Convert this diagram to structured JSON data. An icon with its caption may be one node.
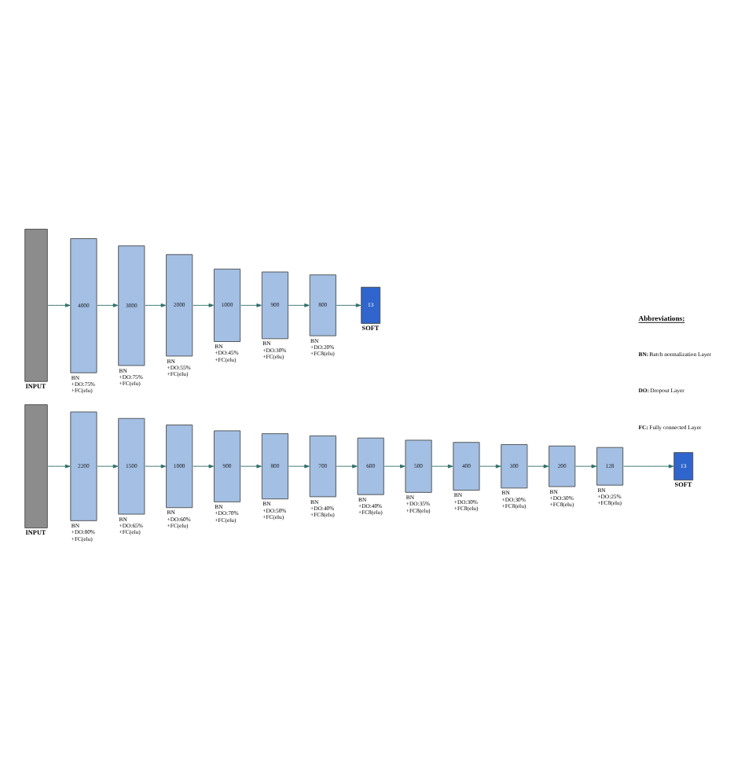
{
  "diagram": {
    "nodes": [
      {
        "text": [
          "INPUT"
        ]
      },
      {
        "text": [
          "4000"
        ],
        "beside": [
          "BN +DO:75% +FC(elu)"
        ]
      },
      {
        "text": [
          "3000"
        ],
        "beside": [
          "BN +DO:75% +FC(elu)"
        ]
      },
      {
        "text": [
          "2000"
        ],
        "beside": [
          "BN +DO:55% +FC(elu)"
        ]
      },
      {
        "text": [
          "1000"
        ],
        "beside": [
          "BN +DO:45% +FC(elu)"
        ]
      },
      {
        "text": [
          "900"
        ],
        "beside": [
          "BN +DO:30% +FC(elu)"
        ]
      },
      {
        "text": [
          "800"
        ],
        "beside": [
          "BN +DO:20% +FC8(elu)"
        ]
      },
      {
        "text": [
          "13"
        ],
        "beside": [
          "SOFT"
        ]
      },
      {
        "text": [
          "INPUT"
        ]
      },
      {
        "text": [
          "2200"
        ],
        "beside": [
          "BN +DO:80% +FC(elu)"
        ]
      },
      {
        "text": [
          "1500"
        ],
        "beside": [
          "BN +DO:65% +FC(elu)"
        ]
      },
      {
        "text": [
          "1000"
        ],
        "beside": [
          "BN +DO:60% +FC(elu)"
        ]
      },
      {
        "text": [
          "900"
        ],
        "beside": [
          "BN +DO:70% +FC(elu)"
        ]
      },
      {
        "text": [
          "800"
        ],
        "beside": [
          "BN +DO:50% +FC(elu)"
        ]
      },
      {
        "text": [
          "700"
        ],
        "beside": [
          "BN +DO:40% +FC8(elu)"
        ]
      },
      {
        "text": [
          "600"
        ],
        "beside": [
          "BN +DO:40% +FC8(elu)"
        ]
      },
      {
        "text": [
          "500"
        ],
        "beside": [
          "BN +DO:35% +FC8(elu)"
        ]
      },
      {
        "text": [
          "400"
        ],
        "beside": [
          "BN +DO:30% +FC8(elu)"
        ]
      },
      {
        "text": [
          "300"
        ],
        "beside": [
          "BN +DO:30% +FC8(elu)"
        ]
      },
      {
        "text": [
          "200"
        ],
        "beside": [
          "BN +DO:30% +FC8(elu)"
        ]
      },
      {
        "text": [
          "128"
        ],
        "beside": [
          "BN +DO:25% +FC8(elu)"
        ]
      },
      {
        "text": [
          "13"
        ],
        "beside": [
          "SOFT"
        ]
      }
    ],
    "edges": [
      {
        "from": 0,
        "to": 1,
        "arrow": "to"
      },
      {
        "from": 1,
        "to": 2,
        "arrow": "to"
      },
      {
        "from": 2,
        "to": 3,
        "arrow": "to"
      },
      {
        "from": 3,
        "to": 4,
        "arrow": "to"
      },
      {
        "from": 4,
        "to": 5,
        "arrow": "to"
      },
      {
        "from": 5,
        "to": 6,
        "arrow": "to"
      },
      {
        "from": 6,
        "to": 7,
        "arrow": "to"
      },
      {
        "from": 8,
        "to": 9,
        "arrow": "to"
      },
      {
        "from": 9,
        "to": 10,
        "arrow": "to"
      },
      {
        "from": 10,
        "to": 11,
        "arrow": "to"
      },
      {
        "from": 11,
        "to": 12,
        "arrow": "to"
      },
      {
        "from": 12,
        "to": 13,
        "arrow": "to"
      },
      {
        "from": 13,
        "to": 14,
        "arrow": "to"
      },
      {
        "from": 14,
        "to": 15,
        "arrow": "to"
      },
      {
        "from": 15,
        "to": 16,
        "arrow": "to"
      },
      {
        "from": 16,
        "to": 17,
        "arrow": "to"
      },
      {
        "from": 17,
        "to": 18,
        "arrow": "to"
      },
      {
        "from": 18,
        "to": 19,
        "arrow": "to"
      },
      {
        "from": 19,
        "to": 20,
        "arrow": "to"
      },
      {
        "from": 20,
        "to": 21,
        "arrow": "to"
      }
    ],
    "labels": [
      "Abbreviations:",
      "**BN:** Batch normalization Layer",
      "**DO:** Dropout Layer",
      "**FC:** Fully connected Layer"
    ]
  }
}
